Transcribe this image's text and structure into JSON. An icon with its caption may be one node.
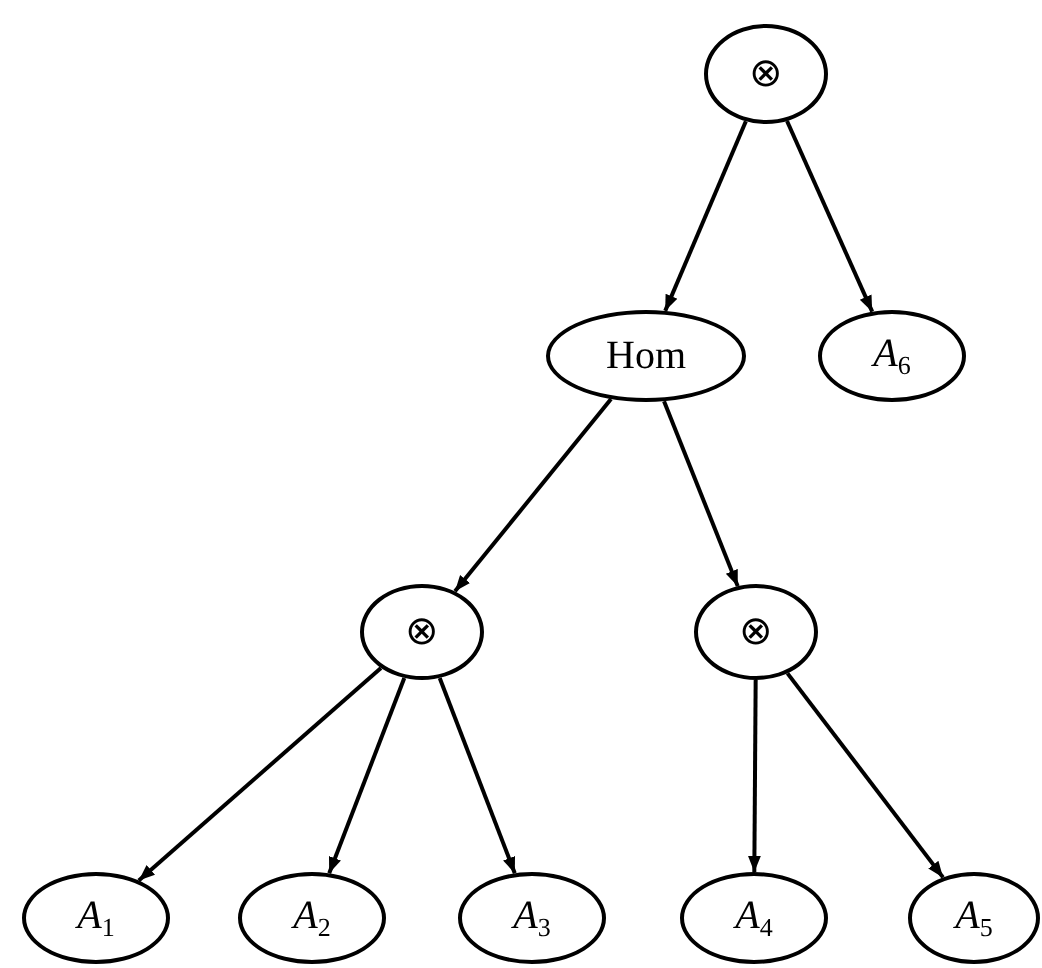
{
  "diagram": {
    "nodes": [
      {
        "text": [
          "⊗"
        ]
      },
      {
        "text": [
          "Hom"
        ]
      },
      {
        "text": [
          "*A*$_{6}$"
        ]
      },
      {
        "text": [
          "⊗"
        ]
      },
      {
        "text": [
          "⊗"
        ]
      },
      {
        "text": [
          "*A*$_{1}$"
        ]
      },
      {
        "text": [
          "*A*$_{2}$"
        ]
      },
      {
        "text": [
          "*A*$_{3}$"
        ]
      },
      {
        "text": [
          "*A*$_{4}$"
        ]
      },
      {
        "text": [
          "*A*$_{5}$"
        ]
      }
    ],
    "edges": [
      {
        "from": 0,
        "to": 1,
        "arrow": "to"
      },
      {
        "from": 0,
        "to": 2,
        "arrow": "to"
      },
      {
        "from": 1,
        "to": 3,
        "arrow": "to"
      },
      {
        "from": 1,
        "to": 4,
        "arrow": "to"
      },
      {
        "from": 3,
        "to": 5,
        "arrow": "to"
      },
      {
        "from": 3,
        "to": 6,
        "arrow": "to"
      },
      {
        "from": 3,
        "to": 7,
        "arrow": "to"
      },
      {
        "from": 4,
        "to": 8,
        "arrow": "to"
      },
      {
        "from": 4,
        "to": 9,
        "arrow": "to"
      }
    ]
  }
}
